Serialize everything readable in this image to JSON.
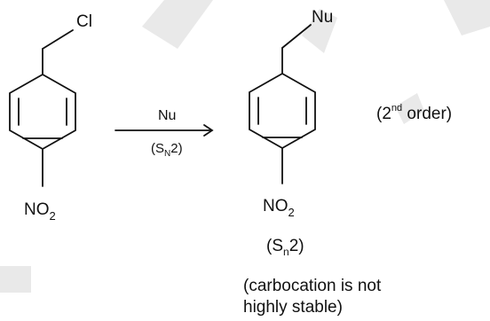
{
  "reactant": {
    "substituent_top": "Cl",
    "substituent_bottom_main": "NO",
    "substituent_bottom_sub": "2"
  },
  "arrow": {
    "reagent": "Nu",
    "mechanism_open": "(S",
    "mechanism_sub": "N",
    "mechanism_close": "2)"
  },
  "product": {
    "substituent_top": "Nu",
    "substituent_bottom_main": "NO",
    "substituent_bottom_sub": "2",
    "mechanism_open": "(S",
    "mechanism_sub": "n",
    "mechanism_close": "2)"
  },
  "order_note": {
    "open": "(2",
    "sup": "nd",
    "close": " order)"
  },
  "note": {
    "line1": "(carbocation is not",
    "line2": "highly stable)"
  },
  "colors": {
    "ink": "#111111",
    "watermark": "#e9e9e9"
  }
}
